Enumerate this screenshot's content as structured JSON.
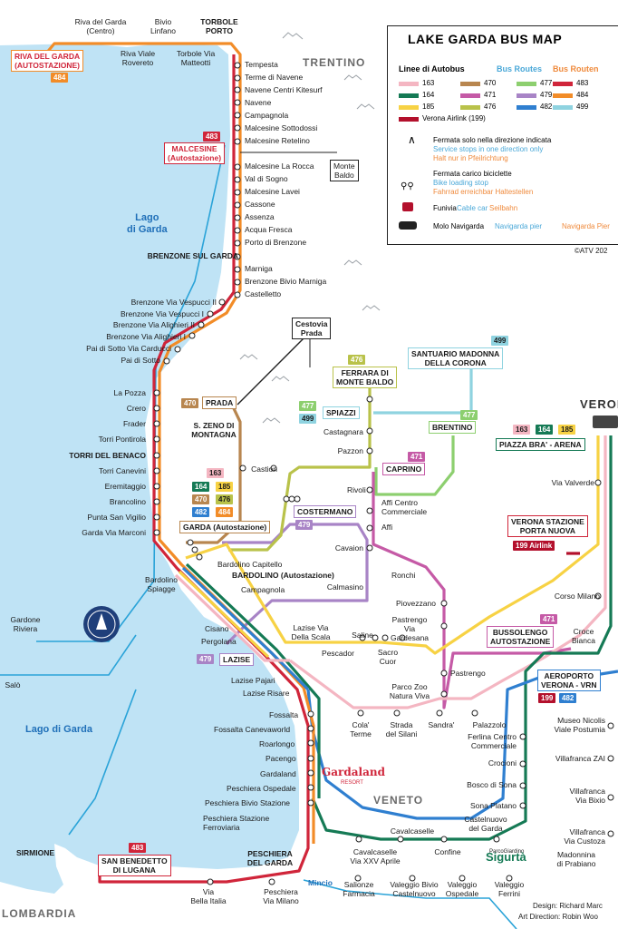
{
  "map": {
    "title": "LAKE GARDA BUS MAP",
    "copyright": "©ATV 202",
    "regions": {
      "trentino": "TRENTINO",
      "veneto": "VENETO",
      "lombardia": "LOMBARDIA",
      "verona": "VERON"
    },
    "lakes": {
      "north": "Lago\ndi Garda",
      "south": "Lago di Garda"
    },
    "river": "Mincio",
    "credits": {
      "design": "Design: Richard Marc",
      "art": "Art Direction: Robin Woo"
    },
    "gardaland": "Gardaland",
    "gardaland_sub": "RESORT",
    "sigurta_small": "ParcoGiardino",
    "sigurta": "Sigurtà"
  },
  "legend": {
    "heading": {
      "it": "Linee di Autobus",
      "en": "Bus Routes",
      "de": "Bus Routen"
    },
    "routes": [
      {
        "id": "163",
        "color": "#f4b6c2"
      },
      {
        "id": "470",
        "color": "#b8864f"
      },
      {
        "id": "477",
        "color": "#8dcf6f"
      },
      {
        "id": "483",
        "color": "#d0253a"
      },
      {
        "id": "164",
        "color": "#157a55"
      },
      {
        "id": "471",
        "color": "#c55aa6"
      },
      {
        "id": "479",
        "color": "#a884c6"
      },
      {
        "id": "484",
        "color": "#f28c28"
      },
      {
        "id": "185",
        "color": "#f7d244"
      },
      {
        "id": "476",
        "color": "#b9c24a"
      },
      {
        "id": "482",
        "color": "#2f7fd0"
      },
      {
        "id": "499",
        "color": "#8fd3e0"
      },
      {
        "id": "Verona Airlink (199)",
        "color": "#b3102c"
      }
    ],
    "items": [
      {
        "icon": "one-direction-stop-icon",
        "it": "Fermata solo nella direzione indicata",
        "en": "Service stops in one direction only",
        "de": "Halt nur in Pfeilrichtung"
      },
      {
        "icon": "bike-icon",
        "it": "Fermata carico biciclette",
        "en": "Bike loading stop",
        "de": "Fahrrad erreichbar Haltestellen"
      },
      {
        "icon": "cable-car-icon",
        "it": "Funivia",
        "en": "Cable car",
        "de": "Seilbahn"
      },
      {
        "icon": "ferry-icon",
        "it": "Molo Navigarda",
        "en": "Navigarda pier",
        "de": "Navigarda Pier"
      }
    ]
  },
  "badges": {
    "riva": "484",
    "malcesine": "483",
    "prada": "470",
    "ferrara": "476",
    "santuario": "499",
    "spiazzi_477": "477",
    "spiazzi_499": "499",
    "brentino": "477",
    "caprino": "471",
    "garda": [
      "163",
      "164",
      "185",
      "470",
      "476",
      "482",
      "484"
    ],
    "costermano": "479",
    "piazza_bra": [
      "163",
      "164",
      "185"
    ],
    "stazione": "199 Airlink",
    "bussolengo": "471",
    "aeroporto": [
      "199",
      "482"
    ],
    "lazise": "479",
    "san_benedetto": "483"
  },
  "boxes": {
    "riva": "RIVA DEL GARDA\n(AUTOSTAZIONE)",
    "malcesine": "MALCESINE\n(Autostazione)",
    "monte_baldo": "Monte\nBaldo",
    "cestovia": "Cestovia\nPrada",
    "prada": "PRADA",
    "ferrara": "FERRARA DI\nMONTE BALDO",
    "santuario": "SANTUARIO MADONNA\nDELLA CORONA",
    "spiazzi": "SPIAZZI",
    "brentino": "BRENTINO",
    "caprino": "CAPRINO",
    "garda": "GARDA (Autostazione)",
    "costermano": "COSTERMANO",
    "piazza_bra": "PIAZZA BRA' - ARENA",
    "stazione": "VERONA STAZIONE\nPORTA NUOVA",
    "bussolengo": "BUSSOLENGO\nAUTOSTAZIONE",
    "aeroporto": "AEROPORTO\nVERONA - VRN",
    "lazise": "LAZISE",
    "san_benedetto": "SAN BENEDETTO\nDI LUGANA",
    "peschiera": "PESCHIERA\nDEL GARDA"
  },
  "stops": {
    "top": [
      "Riva del Garda\n(Centro)",
      "Bivio\nLinfano",
      "TORBOLE\nPORTO",
      "Riva Viale\nRovereto",
      "Torbole Via\nMatteotti"
    ],
    "east_shore": [
      "Tempesta",
      "Terme di Navene",
      "Navene Centri Kitesurf",
      "Navene",
      "Campagnola",
      "Malcesine Sottodossi",
      "Malcesine Retelino",
      "Malcesine La Rocca",
      "Val di Sogno",
      "Malcesine Lavei",
      "Cassone",
      "Assenza",
      "Acqua Fresca",
      "Porto di Brenzone",
      "BRENZONE SUL GARDA",
      "Marniga",
      "Brenzone Bivio Marniga",
      "Castelletto"
    ],
    "west_col": [
      "Brenzone Via Vespucci II",
      "Brenzone Via Vespucci I",
      "Brenzone Via Alighieri II",
      "Brenzone Via Alighieri I",
      "Pai di Sotto Via Carducci",
      "Pai di Sotto",
      "La Pozza",
      "Crero",
      "Frader",
      "Torri Pontirola",
      "TORRI DEL BENACO",
      "Torri Canevini",
      "Eremitaggio",
      "Brancolino",
      "Punta San Vigilio",
      "Garda Via Marconi"
    ],
    "inland": [
      "S. ZENO DI\nMONTAGNA",
      "Castion",
      "Castagnara",
      "Pazzon",
      "Rivoli",
      "Affi Centro\nCommerciale",
      "Affi",
      "Cavaion",
      "Ronchi",
      "Piovezzano",
      "Pastrengo\nVia\nGardesana",
      "Pastrengo",
      "Parco Zoo\nNatura Viva",
      "Calmasino",
      "Via Valverde",
      "Corso Milano",
      "Croce\nBianca"
    ],
    "south_shore": [
      "Bardolino\nSpiagge",
      "Bardolino Capitello",
      "BARDOLINO (Autostazione)",
      "Campagnola",
      "Cisano",
      "Pergolana",
      "Lazise Pajari",
      "Lazise Risare",
      "Fossalta",
      "Fossalta Canevaworld",
      "Roarlongo",
      "Pacengo",
      "Gardaland",
      "Peschiera Ospedale",
      "Peschiera Bivio Stazione",
      "Peschiera Stazione\nFerroviaria"
    ],
    "lazise_road": [
      "Lazise Via\nDella Scala",
      "Saline",
      "Pescador",
      "Sacro\nCuor",
      "Cola'\nTerme",
      "Strada\ndel Silani",
      "Sandra'",
      "Palazzolo"
    ],
    "south": [
      "Ferlina Centro\nCommerciale",
      "Crocioni",
      "Bosco di Sona",
      "Sona Platano",
      "Castelnuovo\ndel Garda",
      "Cavalcaselle",
      "Cavalcaselle\nVia XXV Aprile",
      "Confine",
      "Museo Nicolis\nViale Postumia",
      "Villafranca ZAI",
      "Villafranca\nVia Bixio",
      "Villafranca\nVia Custoza",
      "Madonnina\ndi Prabiano"
    ],
    "bottom": [
      "Via\nBella Italia",
      "Peschiera\nVia Milano",
      "Salionze\nFarmacia",
      "Valeggio Bivio\nCastelnuovo",
      "Valeggio\nOspedale",
      "Valeggio\nFerrini"
    ],
    "west": [
      "Gardone\nRiviera",
      "Salò",
      "SIRMIONE"
    ]
  }
}
